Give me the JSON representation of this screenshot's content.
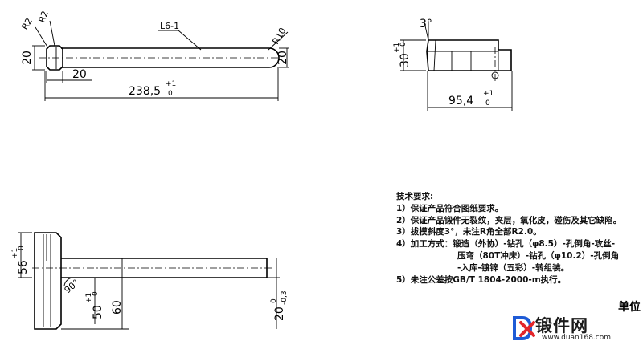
{
  "drawing": {
    "top_left_view": {
      "callouts": [
        "R2",
        "R2",
        "L6-1",
        "R10"
      ],
      "dims": [
        "20",
        "20",
        "20",
        "238,5"
      ],
      "tol": "+1\n0"
    },
    "top_right_view": {
      "angle": "3°",
      "dims": [
        "30",
        "95,4"
      ],
      "tol": "+1\n0"
    },
    "bottom_view": {
      "angle": "90°",
      "dims": [
        "56",
        "50",
        "60",
        "20"
      ],
      "tol_plus": "+1\n0",
      "tol_minus": "0\n-0,3"
    }
  },
  "tech_requirements": {
    "heading": "技术要求:",
    "lines": [
      "1）保证产品符合图纸要求。",
      "2）保证产品锻件无裂纹，夹层，氧化皮，碰伤及其它缺陷。",
      "3）拔模斜度3°，未注R角全部R2.0。",
      "4）加工方式：锻造（外协）-钻孔（φ8.5）-孔倒角-攻丝-",
      "压弯（80T冲床）-钻孔（φ10.2）-孔倒角",
      "-入库-镀锌（五彩）-转组装。",
      "5）未注公差按GB/T 1804-2000-m执行。"
    ]
  },
  "unit_label": "单位",
  "watermark": {
    "name": "锻件网",
    "url": "www.duan168.com",
    "logo_colors": [
      "#1e5bd6",
      "#e3262b"
    ]
  }
}
